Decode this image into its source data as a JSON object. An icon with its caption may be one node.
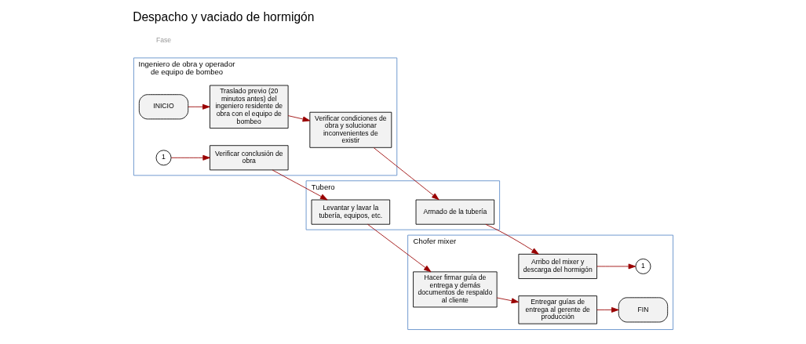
{
  "diagram": {
    "title": "Despacho y vaciado de hormigón",
    "nodes": [
      {
        "text": [
          "Ingeniero de obra y operador de equipo de bombeo"
        ]
      },
      {
        "text": [
          "Tubero"
        ]
      },
      {
        "text": [
          "Chofer mixer"
        ]
      },
      {
        "text": [
          "INICIO"
        ],
        "in": 0
      },
      {
        "text": [
          "Traslado previo (20 minutos antes) del ingeniero residente de obra con el equipo de bombeo"
        ],
        "in": 0
      },
      {
        "text": [
          "Verificar condiciones de obra y solucionar inconvenientes de existir"
        ],
        "in": 0
      },
      {
        "text": [
          "1"
        ],
        "in": 0
      },
      {
        "text": [
          "Verificar conclusión de obra"
        ],
        "in": 0
      },
      {
        "text": [
          "Armado de la tubería"
        ],
        "in": 1
      },
      {
        "text": [
          "Levantar y lavar la tubería, equipos, etc."
        ],
        "in": 1
      },
      {
        "text": [
          "Arribo del mixer y descarga del hormigón"
        ],
        "in": 2
      },
      {
        "text": [
          "1"
        ],
        "in": 2
      },
      {
        "text": [
          "Hacer firmar guía de entrega y demás documentos de respaldo al cliente"
        ],
        "in": 2
      },
      {
        "text": [
          "Entregar guías de entrega al gerente de producción"
        ],
        "in": 2
      },
      {
        "text": [
          "FIN"
        ],
        "in": 2
      }
    ],
    "edges": [
      {
        "from": 3,
        "to": 4,
        "arrow": "to"
      },
      {
        "from": 4,
        "to": 5,
        "arrow": "to"
      },
      {
        "from": 5,
        "to": 8,
        "arrow": "to"
      },
      {
        "from": 8,
        "to": 10,
        "arrow": "to"
      },
      {
        "from": 10,
        "to": 11,
        "arrow": "to"
      },
      {
        "from": 6,
        "to": 7,
        "arrow": "to"
      },
      {
        "from": 7,
        "to": 9,
        "arrow": "to"
      },
      {
        "from": 9,
        "to": 12,
        "arrow": "to"
      },
      {
        "from": 12,
        "to": 13,
        "arrow": "to"
      },
      {
        "from": 13,
        "to": 14,
        "arrow": "to"
      }
    ],
    "labels": [
      "Fase"
    ]
  }
}
